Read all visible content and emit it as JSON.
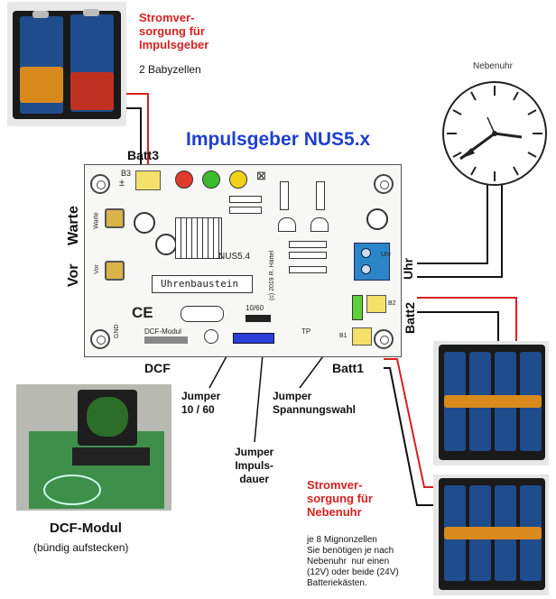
{
  "title": "Impulsgeber NUS5.x",
  "power_top": {
    "title": "Stromver-\nsorgung für\nImpulsgeber",
    "note": "2 Babyzellen"
  },
  "power_bottom": {
    "title": "Stromver-\nsorgung für\nNebenuhr",
    "note": "je 8 Mignonzellen\nSie benötigen je nach\nNebenuhr  nur einen\n(12V) oder beide (24V)\nBatteriekästen."
  },
  "clock_label": "Nebenuhr",
  "labels": {
    "batt3": "Batt3",
    "batt2": "Batt2",
    "batt1": "Batt1",
    "uhr": "Uhr",
    "dcf": "DCF",
    "vor": "Vor",
    "warte": "Warte"
  },
  "jumpers": {
    "j1060": "Jumper\n10 / 60",
    "jimpuls": "Jumper\nImpuls-\ndauer",
    "jspannung": "Jumper\nSpannungswahl"
  },
  "dcf_modul": {
    "title": "DCF-Modul",
    "subtitle": "(bündig aufstecken)"
  },
  "board_silk": {
    "nus": "NUS5.4",
    "uhrenbaustein": "Uhrenbaustein",
    "ce": "CE",
    "dcf_modul": "DCF-Modul",
    "b3": "B3",
    "b2": "B2",
    "b1": "B1",
    "tp": "TP",
    "j1060": "10/60",
    "harz": "(c) 2019 R. Härtel",
    "gnd": "GND",
    "uhr": "Uhr",
    "warte": "Warte",
    "vor": "Vor"
  },
  "colors": {
    "title_blue": "#1f3fcf",
    "red_text": "#d62020",
    "led_red": "#e03a2a",
    "led_green": "#3dbb2c",
    "led_yellow": "#f0d21a",
    "terminal_blue": "#2a86c8",
    "jumper_blue": "#2b3fd6",
    "connector_yellow": "#f5e16a",
    "connector_green": "#5fcf3a",
    "pcb_green": "#3e8f4a",
    "cell_blue": "#1f4c8c",
    "cell_orange": "#d88a1c"
  }
}
